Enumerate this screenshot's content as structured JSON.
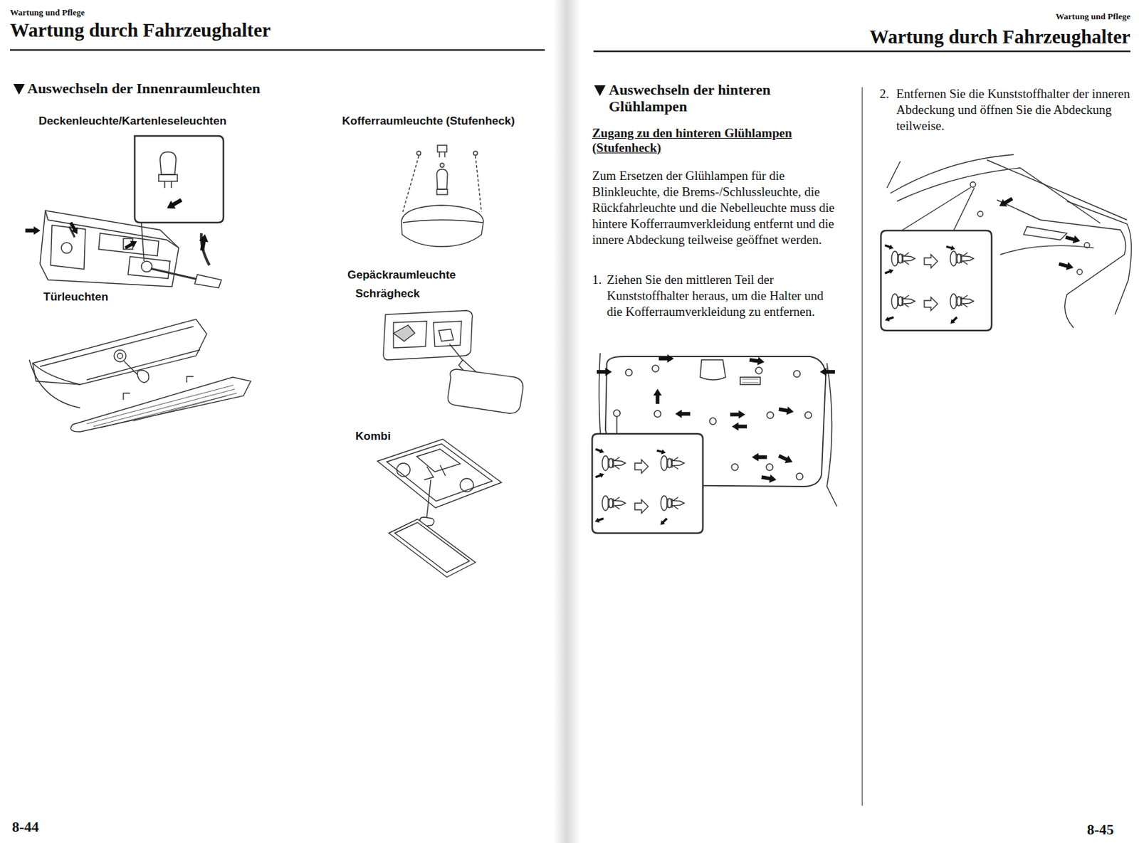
{
  "diagram": {
    "title": "Wartung durch Fahrzeughalter",
    "labels": [
      "Wartung und Pflege",
      "Auswechseln der Innenraumleuchten",
      "Deckenleuchte/Kartenleseleuchten",
      "Kofferraumleuchte (Stufenheck)",
      "Türleuchten",
      "Gepäckraumleuchte",
      "Schrägheck",
      "Kombi",
      "8-44",
      "Wartung und Pflege",
      "Wartung durch Fahrzeughalter",
      "Auswechseln der hinteren Glühlampen",
      "Zugang zu den hinteren Glühlampen (Stufenheck)",
      "Zum Ersetzen der Glühlampen für die Blinkleuchte, die Brems-/Schlussleuchte, die Rückfahrleuchte und die Nebelleuchte muss die hintere Kofferraumverkleidung entfernt und die innere Abdeckung teilweise geöffnet werden.",
      "1.",
      "Ziehen Sie den mittleren Teil der Kunststoffhalter heraus, um die Halter und die Kofferraumverkleidung zu entfernen.",
      "2.",
      "Entfernen Sie die Kunststoffhalter der inneren Abdeckung und öffnen Sie die Abdeckung teilweise.",
      "8-45"
    ]
  }
}
